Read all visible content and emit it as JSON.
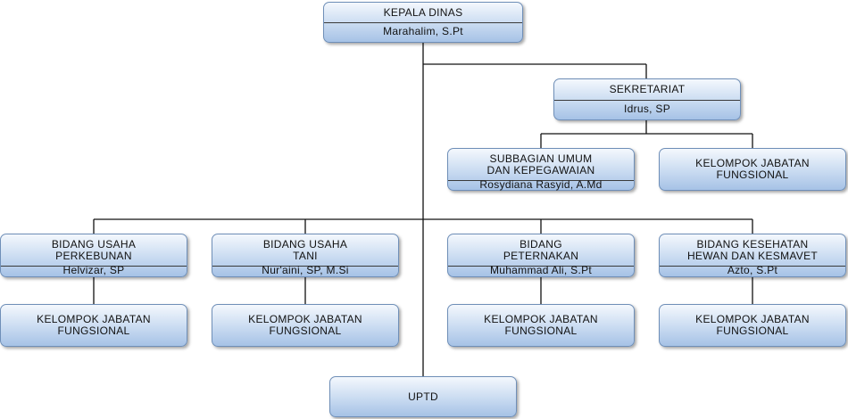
{
  "org_chart": {
    "head": {
      "title": "KEPALA DINAS",
      "name": "Marahalim, S.Pt"
    },
    "secretariat": {
      "title": "SEKRETARIAT",
      "name": "Idrus, SP"
    },
    "subsection": {
      "title": "SUBBAGIAN UMUM\nDAN KEPEGAWAIAN",
      "name": "Rosydiana Rasyid, A.Md"
    },
    "secretariat_group": {
      "title": "KELOMPOK JABATAN\nFUNGSIONAL"
    },
    "divisions": [
      {
        "title": "BIDANG USAHA\nPERKEBUNAN",
        "name": "Helvizar, SP"
      },
      {
        "title": "BIDANG USAHA\nTANI",
        "name": "Nur'aini, SP, M.Si"
      },
      {
        "title": "BIDANG\nPETERNAKAN",
        "name": "Muhammad Ali, S.Pt"
      },
      {
        "title": "BIDANG KESEHATAN\nHEWAN DAN KESMAVET",
        "name": "Azto, S.Pt"
      }
    ],
    "division_groups": [
      {
        "title": "KELOMPOK JABATAN\nFUNGSIONAL"
      },
      {
        "title": "KELOMPOK JABATAN\nFUNGSIONAL"
      },
      {
        "title": "KELOMPOK JABATAN\nFUNGSIONAL"
      },
      {
        "title": "KELOMPOK JABATAN\nFUNGSIONAL"
      }
    ],
    "uptd": {
      "title": "UPTD"
    }
  }
}
